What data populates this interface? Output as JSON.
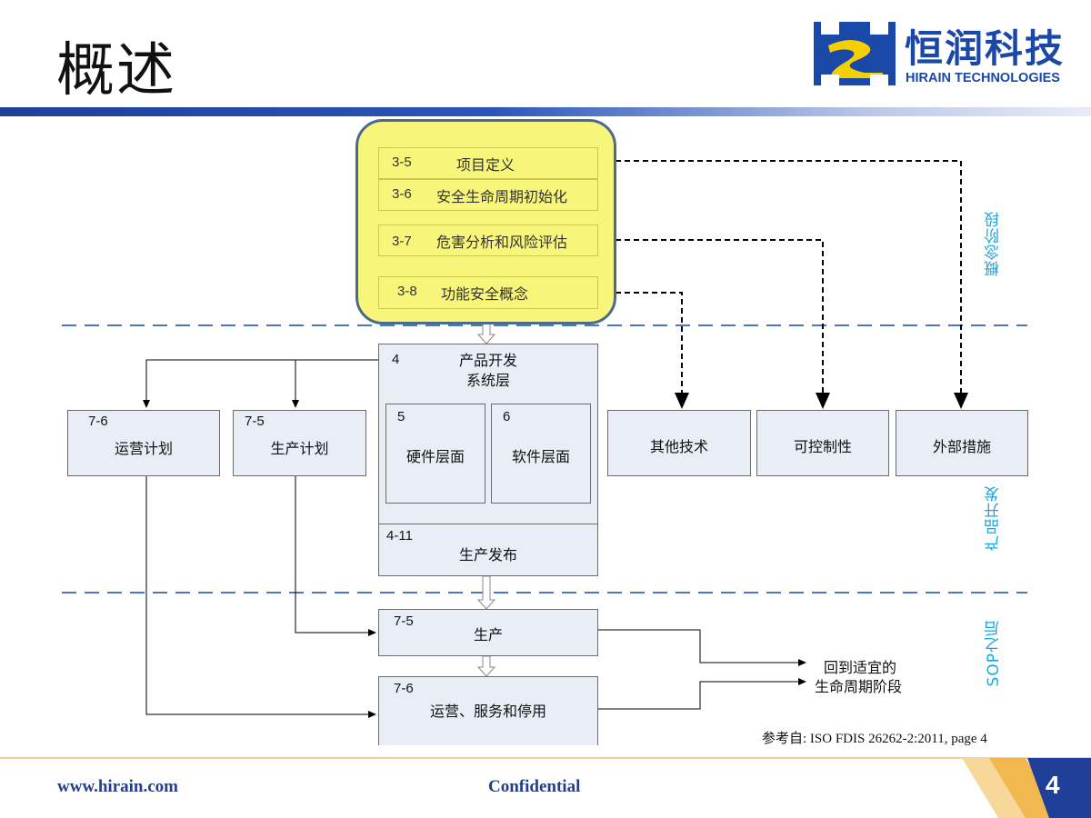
{
  "header": {
    "title": "概述",
    "logo_cn": "恒润科技",
    "logo_en": "HIRAIN TECHNOLOGIES"
  },
  "phases": {
    "concept": "概念阶段",
    "product_dev": "产品开发",
    "after_sop": "SOP之后"
  },
  "concept_items": [
    {
      "num": "3-5",
      "label": "项目定义"
    },
    {
      "num": "3-6",
      "label": "安全生命周期初始化"
    },
    {
      "num": "3-7",
      "label": "危害分析和风险评估"
    },
    {
      "num": "3-8",
      "label": "功能安全概念"
    }
  ],
  "product_dev": {
    "num": "4",
    "title_line1": "产品开发",
    "title_line2": "系统层",
    "hw_num": "5",
    "hw_label": "硬件层面",
    "sw_num": "6",
    "sw_label": "软件层面",
    "release_num": "4-11",
    "release_label": "生产发布"
  },
  "side_boxes": [
    {
      "num": "7-6",
      "label": "运营计划"
    },
    {
      "num": "7-5",
      "label": "生产计划"
    }
  ],
  "right_boxes": [
    {
      "label": "其他技术"
    },
    {
      "label": "可控制性"
    },
    {
      "label": "外部措施"
    }
  ],
  "production": {
    "num": "7-5",
    "label": "生产"
  },
  "operation": {
    "num": "7-6",
    "label": "运营、服务和停用"
  },
  "return_text": {
    "line1": "回到适宜的",
    "line2": "生命周期阶段"
  },
  "reference": "参考自: ISO FDIS 26262-2:2011, page 4",
  "footer": {
    "url": "www.hirain.com",
    "confidential": "Confidential",
    "page": "4"
  },
  "colors": {
    "brand_blue": "#1a48a8",
    "highlight_yellow": "#f7f67a",
    "phase_text": "#1aa6e0",
    "box_fill": "#e9edf5"
  }
}
